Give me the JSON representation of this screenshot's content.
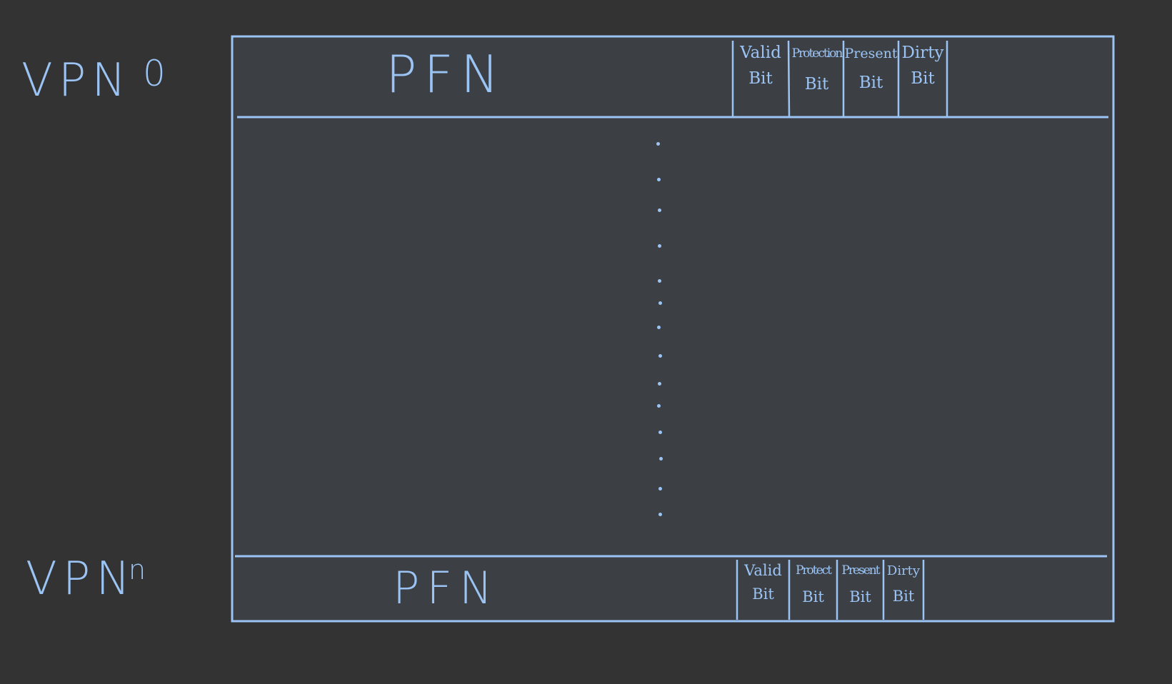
{
  "colors": {
    "background": "#333333",
    "table_fill": "#3c4045",
    "ink": "#9bc4f5"
  },
  "rows": {
    "first": {
      "vpn_label": "VPN",
      "vpn_index": "0",
      "pfn_label": "PFN",
      "bits": [
        {
          "line1": "Valid",
          "line2": "Bit"
        },
        {
          "line1": "Protection",
          "line2": "Bit"
        },
        {
          "line1": "Present",
          "line2": "Bit"
        },
        {
          "line1": "Dirty",
          "line2": "Bit"
        }
      ]
    },
    "last": {
      "vpn_label": "VPN",
      "vpn_index": "n",
      "pfn_label": "PFN",
      "bits": [
        {
          "line1": "Valid",
          "line2": "Bit"
        },
        {
          "line1": "Protect",
          "line2": "Bit"
        },
        {
          "line1": "Present",
          "line2": "Bit"
        },
        {
          "line1": "Dirty",
          "line2": "Bit"
        }
      ]
    }
  }
}
